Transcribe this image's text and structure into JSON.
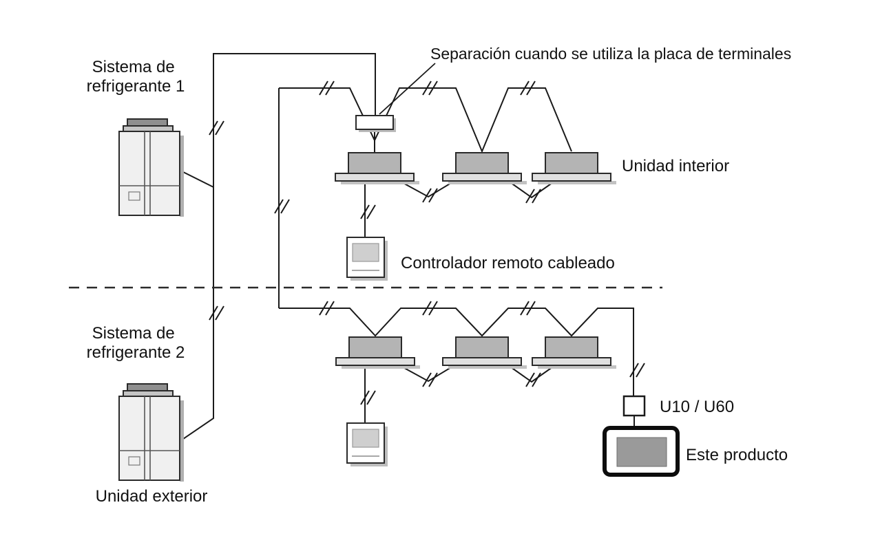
{
  "labels": {
    "separation_note": "Separación cuando se utiliza la placa de terminales",
    "system1_line1": "Sistema de",
    "system1_line2": "refrigerante 1",
    "system2_line1": "Sistema de",
    "system2_line2": "refrigerante 2",
    "indoor_unit": "Unidad interior",
    "wired_remote_controller": "Controlador remoto cableado",
    "outdoor_unit": "Unidad exterior",
    "adapter_model": "U10 / U60",
    "this_product": "Este producto"
  },
  "colors": {
    "wire": "#1a1a1a",
    "text": "#111111",
    "outdoor_unit_body": "#f0f0f0",
    "outdoor_unit_top": "#8f8f8f",
    "indoor_unit_body": "#b4b4b4",
    "indoor_unit_panel": "#e0e0e0",
    "remote_screen": "#cfcfcf",
    "product_screen": "#9a9a9a",
    "product_border": "#0d0d0d",
    "divider": "#2a2a2a"
  }
}
